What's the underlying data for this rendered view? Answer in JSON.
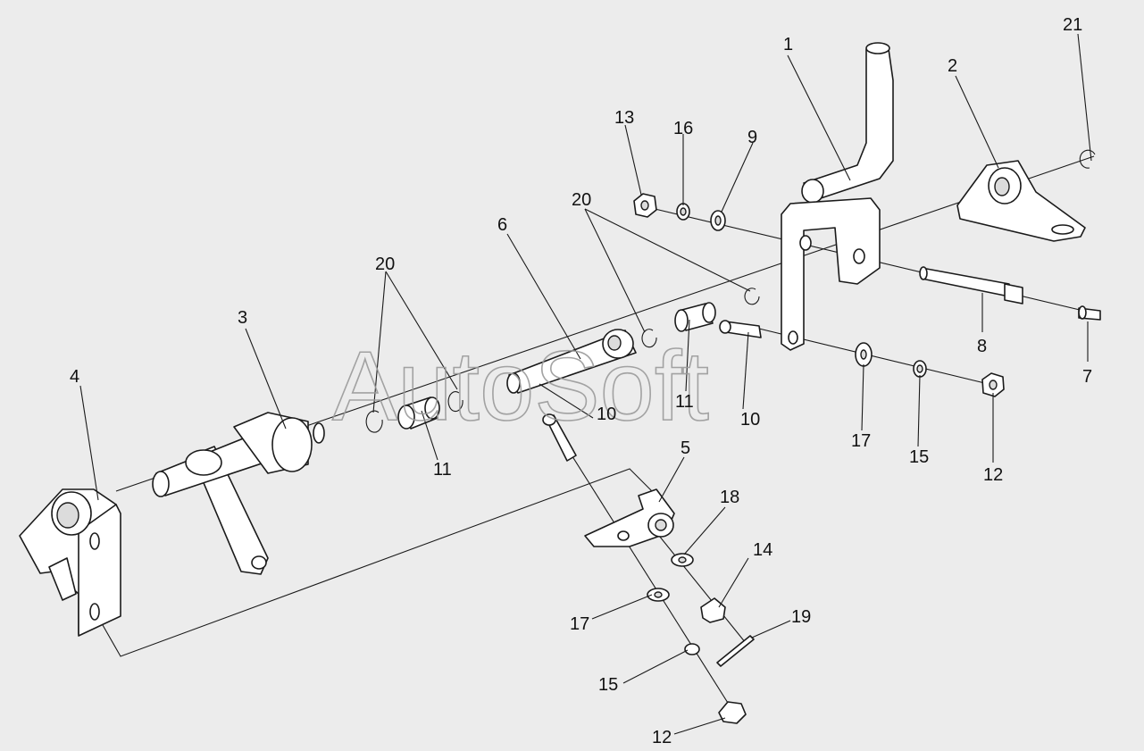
{
  "watermark": "AutoSoft",
  "callouts": {
    "c1": "1",
    "c2": "2",
    "c3": "3",
    "c4": "4",
    "c5": "5",
    "c6": "6",
    "c7": "7",
    "c8": "8",
    "c9": "9",
    "c10a": "10",
    "c10b": "10",
    "c11a": "11",
    "c11b": "11",
    "c12a": "12",
    "c12b": "12",
    "c13": "13",
    "c14": "14",
    "c15a": "15",
    "c15b": "15",
    "c16": "16",
    "c17a": "17",
    "c17b": "17",
    "c18": "18",
    "c19": "19",
    "c20a": "20",
    "c20b": "20",
    "c21": "21"
  }
}
